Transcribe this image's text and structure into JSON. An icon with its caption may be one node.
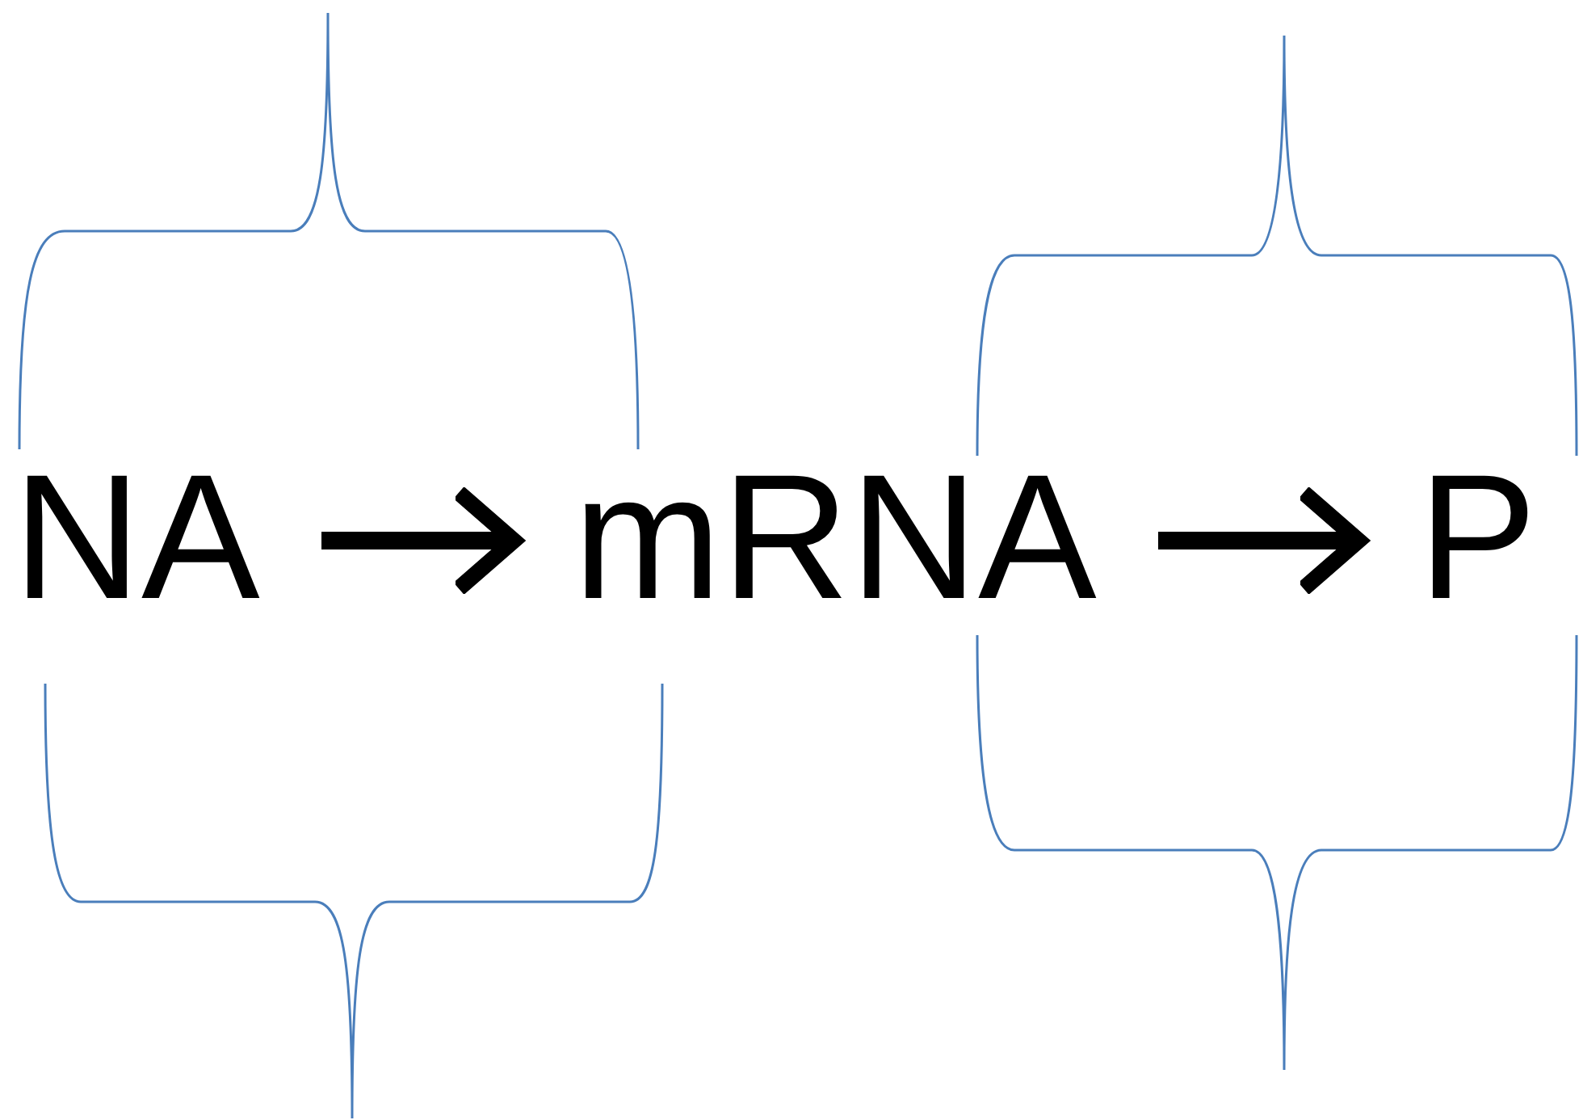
{
  "diagram": {
    "nodes": [
      {
        "text": [
          "NA"
        ]
      },
      {
        "text": [
          "mRNA"
        ]
      },
      {
        "text": [
          "P"
        ]
      }
    ],
    "edges": [
      {
        "from": 0,
        "to": 1,
        "arrow": "to"
      },
      {
        "from": 1,
        "to": 2,
        "arrow": "to"
      }
    ]
  }
}
